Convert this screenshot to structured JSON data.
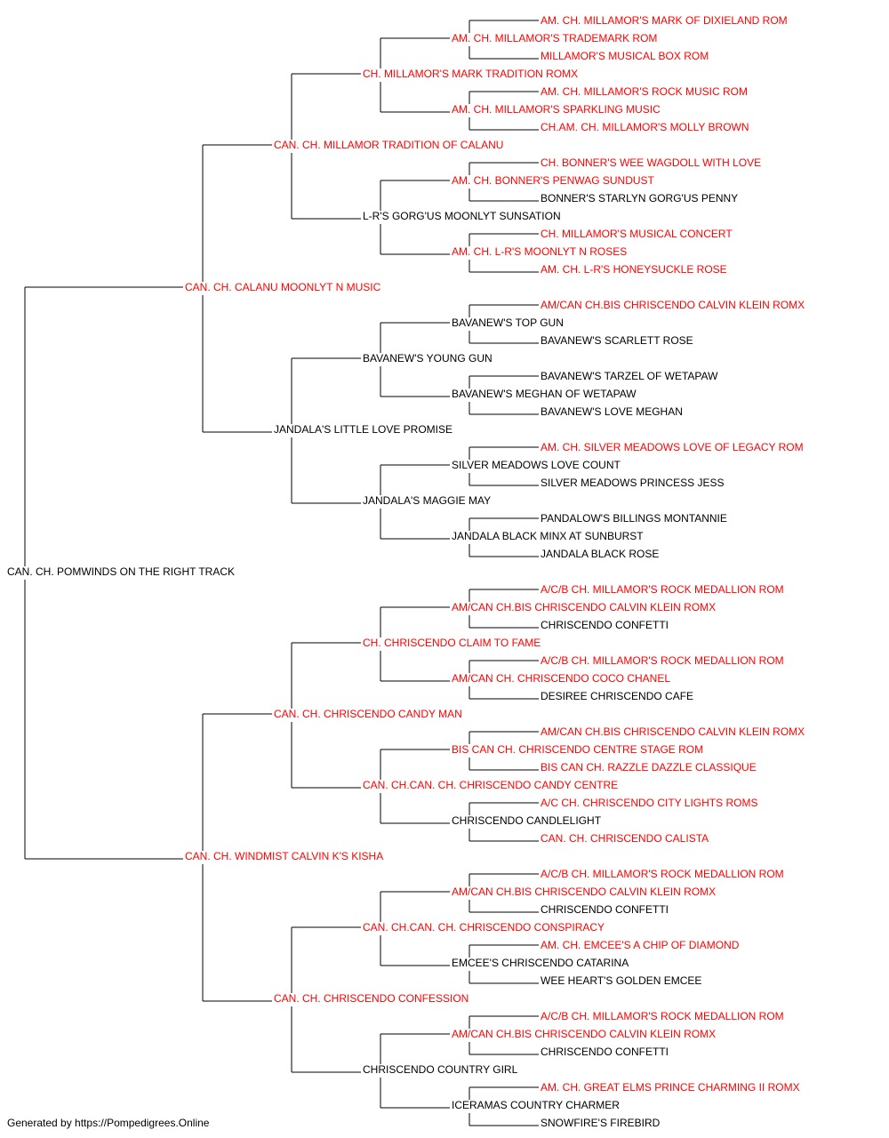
{
  "colors": {
    "champion": "#ff0000",
    "regular": "#000000",
    "connector": "#000000"
  },
  "pedigree": {
    "name": "CAN. CH. POMWINDS ON THE RIGHT TRACK",
    "champion": false,
    "sire": {
      "name": "CAN. CH. CALANU MOONLYT N MUSIC",
      "champion": true,
      "sire": {
        "name": "CAN. CH. MILLAMOR TRADITION OF CALANU",
        "champion": true,
        "sire": {
          "name": "CH. MILLAMOR'S MARK TRADITION ROMX",
          "champion": true,
          "sire": {
            "name": "AM. CH. MILLAMOR'S TRADEMARK ROM",
            "champion": true,
            "sire": {
              "name": "AM. CH. MILLAMOR'S MARK OF DIXIELAND ROM",
              "champion": true
            },
            "dam": {
              "name": "MILLAMOR'S MUSICAL BOX ROM",
              "champion": true
            }
          },
          "dam": {
            "name": "AM. CH. MILLAMOR'S SPARKLING MUSIC",
            "champion": true,
            "sire": {
              "name": "AM. CH. MILLAMOR'S ROCK MUSIC ROM",
              "champion": true
            },
            "dam": {
              "name": "CH.AM. CH. MILLAMOR'S MOLLY BROWN",
              "champion": true
            }
          }
        },
        "dam": {
          "name": "L-R'S GORG'US MOONLYT SUNSATION",
          "champion": false,
          "sire": {
            "name": "AM. CH. BONNER'S PENWAG SUNDUST",
            "champion": true,
            "sire": {
              "name": "CH. BONNER'S WEE WAGDOLL WITH LOVE",
              "champion": true
            },
            "dam": {
              "name": "BONNER'S STARLYN GORG'US PENNY",
              "champion": false
            }
          },
          "dam": {
            "name": "AM. CH. L-R'S MOONLYT N ROSES",
            "champion": true,
            "sire": {
              "name": "CH. MILLAMOR'S MUSICAL CONCERT",
              "champion": true
            },
            "dam": {
              "name": "AM. CH. L-R'S HONEYSUCKLE ROSE",
              "champion": true
            }
          }
        }
      },
      "dam": {
        "name": "JANDALA'S LITTLE LOVE PROMISE",
        "champion": false,
        "sire": {
          "name": "BAVANEW'S YOUNG GUN",
          "champion": false,
          "sire": {
            "name": "BAVANEW'S TOP GUN",
            "champion": false,
            "sire": {
              "name": "AM/CAN CH.BIS CHRISCENDO CALVIN KLEIN ROMX",
              "champion": true
            },
            "dam": {
              "name": "BAVANEW'S SCARLETT ROSE",
              "champion": false
            }
          },
          "dam": {
            "name": "BAVANEW'S MEGHAN OF WETAPAW",
            "champion": false,
            "sire": {
              "name": "BAVANEW'S TARZEL OF WETAPAW",
              "champion": false
            },
            "dam": {
              "name": "BAVANEW'S LOVE MEGHAN",
              "champion": false
            }
          }
        },
        "dam": {
          "name": "JANDALA'S MAGGIE MAY",
          "champion": false,
          "sire": {
            "name": "SILVER MEADOWS LOVE COUNT",
            "champion": false,
            "sire": {
              "name": "AM. CH. SILVER MEADOWS LOVE OF LEGACY ROM",
              "champion": true
            },
            "dam": {
              "name": "SILVER MEADOWS PRINCESS JESS",
              "champion": false
            }
          },
          "dam": {
            "name": "JANDALA BLACK MINX AT SUNBURST",
            "champion": false,
            "sire": {
              "name": "PANDALOW'S BILLINGS MONTANNIE",
              "champion": false
            },
            "dam": {
              "name": "JANDALA BLACK ROSE",
              "champion": false
            }
          }
        }
      }
    },
    "dam": {
      "name": "CAN. CH. WINDMIST CALVIN K'S KISHA",
      "champion": true,
      "sire": {
        "name": "CAN. CH. CHRISCENDO CANDY MAN",
        "champion": true,
        "sire": {
          "name": "CH. CHRISCENDO CLAIM TO FAME",
          "champion": true,
          "sire": {
            "name": "AM/CAN CH.BIS CHRISCENDO CALVIN KLEIN ROMX",
            "champion": true,
            "sire": {
              "name": "A/C/B CH. MILLAMOR'S ROCK MEDALLION ROM",
              "champion": true
            },
            "dam": {
              "name": "CHRISCENDO CONFETTI",
              "champion": false
            }
          },
          "dam": {
            "name": "AM/CAN CH. CHRISCENDO COCO CHANEL",
            "champion": true,
            "sire": {
              "name": "A/C/B CH. MILLAMOR'S ROCK MEDALLION ROM",
              "champion": true
            },
            "dam": {
              "name": "DESIREE CHRISCENDO CAFE",
              "champion": false
            }
          }
        },
        "dam": {
          "name": "CAN. CH.CAN. CH. CHRISCENDO CANDY CENTRE",
          "champion": true,
          "sire": {
            "name": "BIS CAN CH. CHRISCENDO CENTRE STAGE ROM",
            "champion": true,
            "sire": {
              "name": "AM/CAN CH.BIS CHRISCENDO CALVIN KLEIN ROMX",
              "champion": true
            },
            "dam": {
              "name": "BIS CAN CH. RAZZLE DAZZLE CLASSIQUE",
              "champion": true
            }
          },
          "dam": {
            "name": "CHRISCENDO CANDLELIGHT",
            "champion": false,
            "sire": {
              "name": "A/C CH. CHRISCENDO CITY LIGHTS ROMS",
              "champion": true
            },
            "dam": {
              "name": "CAN. CH. CHRISCENDO CALISTA",
              "champion": true
            }
          }
        }
      },
      "dam": {
        "name": "CAN. CH. CHRISCENDO CONFESSION",
        "champion": true,
        "sire": {
          "name": "CAN. CH.CAN. CH. CHRISCENDO CONSPIRACY",
          "champion": true,
          "sire": {
            "name": "AM/CAN CH.BIS CHRISCENDO CALVIN KLEIN ROMX",
            "champion": true,
            "sire": {
              "name": "A/C/B CH. MILLAMOR'S ROCK MEDALLION ROM",
              "champion": true
            },
            "dam": {
              "name": "CHRISCENDO CONFETTI",
              "champion": false
            }
          },
          "dam": {
            "name": "EMCEE'S CHRISCENDO CATARINA",
            "champion": false,
            "sire": {
              "name": "AM. CH. EMCEE'S A CHIP OF DIAMOND",
              "champion": true
            },
            "dam": {
              "name": "WEE HEART'S GOLDEN EMCEE",
              "champion": false
            }
          }
        },
        "dam": {
          "name": "CHRISCENDO COUNTRY GIRL",
          "champion": false,
          "sire": {
            "name": "AM/CAN CH.BIS CHRISCENDO CALVIN KLEIN ROMX",
            "champion": true,
            "sire": {
              "name": "A/C/B CH. MILLAMOR'S ROCK MEDALLION ROM",
              "champion": true
            },
            "dam": {
              "name": "CHRISCENDO CONFETTI",
              "champion": false
            }
          },
          "dam": {
            "name": "ICERAMAS COUNTRY CHARMER",
            "champion": false,
            "sire": {
              "name": "AM. CH. GREAT ELMS PRINCE CHARMING II ROMX",
              "champion": true
            },
            "dam": {
              "name": "SNOWFIRE'S FIREBIRD",
              "champion": false
            }
          }
        }
      }
    }
  },
  "footer": {
    "text": "Generated by https://Pompedigrees.Online"
  }
}
